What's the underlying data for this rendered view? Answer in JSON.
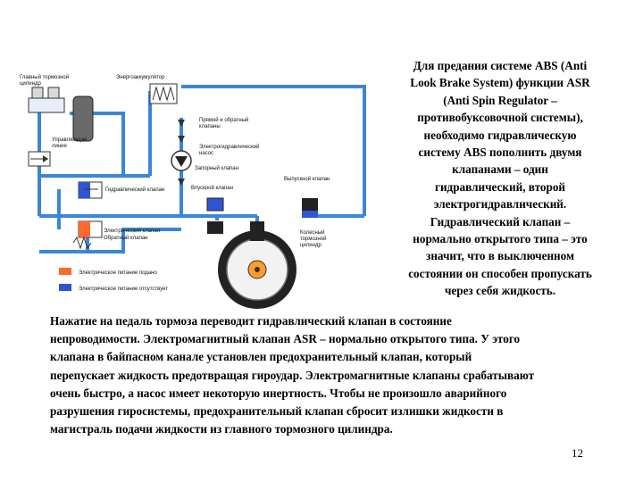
{
  "diagram": {
    "labels": {
      "master_cylinder": [
        "Главный тормозной",
        "цилиндр"
      ],
      "accumulator": "Энергоаккумулятор",
      "check_valves": [
        "Прямой и обратный",
        "клапаны"
      ],
      "control_line": [
        "Управляющая",
        "линия"
      ],
      "pump": [
        "Электрогидравлический",
        "насос"
      ],
      "shutoff_valve": "Запорный клапан",
      "hydraulic_valve": "Гидравлический клапан",
      "inlet_valve": "Впускной клапан",
      "outlet_valve": "Выпускной клапан",
      "electric_valve": "Электрический клапан",
      "return_valve": "Обратный клапан",
      "wheel_cylinder": [
        "Колесный",
        "тормозной",
        "цилиндр"
      ]
    },
    "legend": [
      {
        "label": "Электрическое питание подано",
        "color": "#ff6a2b"
      },
      {
        "label": "Электрическое питание отсутствует",
        "color": "#3154d4"
      }
    ],
    "colors": {
      "line": "#3a86d8",
      "accent_orange": "#ff6a2b",
      "accent_blue": "#3154d4"
    }
  },
  "right_text": [
    "Для предания системе ABS (Anti",
    "Look Brake System) функции ASR",
    "(Anti Spin Regulator –",
    "противобуксовочной системы),",
    "необходимо гидравлическую",
    "систему ABS пополнить двумя",
    "клапанами – один",
    "гидравлический, второй",
    "электрогидравлический.",
    "Гидравлический клапан –",
    "нормально открытого типа – это",
    "значит, что в выключенном",
    "состоянии он способен пропускать",
    "через себя жидкость."
  ],
  "bottom_text": [
    "Нажатие на педаль тормоза переводит гидравлический клапан в состояние",
    "непроводимости. Электромагнитный клапан ASR – нормально открытого типа. У этого",
    "клапана в байпасном канале установлен предохранительный клапан, который",
    "перепускает жидкость предотвращая гироудар. Электромагнитные клапаны срабатывают",
    "очень быстро, а насос имеет некоторую инертность. Чтобы не произошло аварийного",
    "разрушения гиросистемы, предохранительный клапан сбросит излишки жидкости в",
    "магистраль подачи жидкости из главного тормозного цилиндра."
  ],
  "page_number": "12"
}
